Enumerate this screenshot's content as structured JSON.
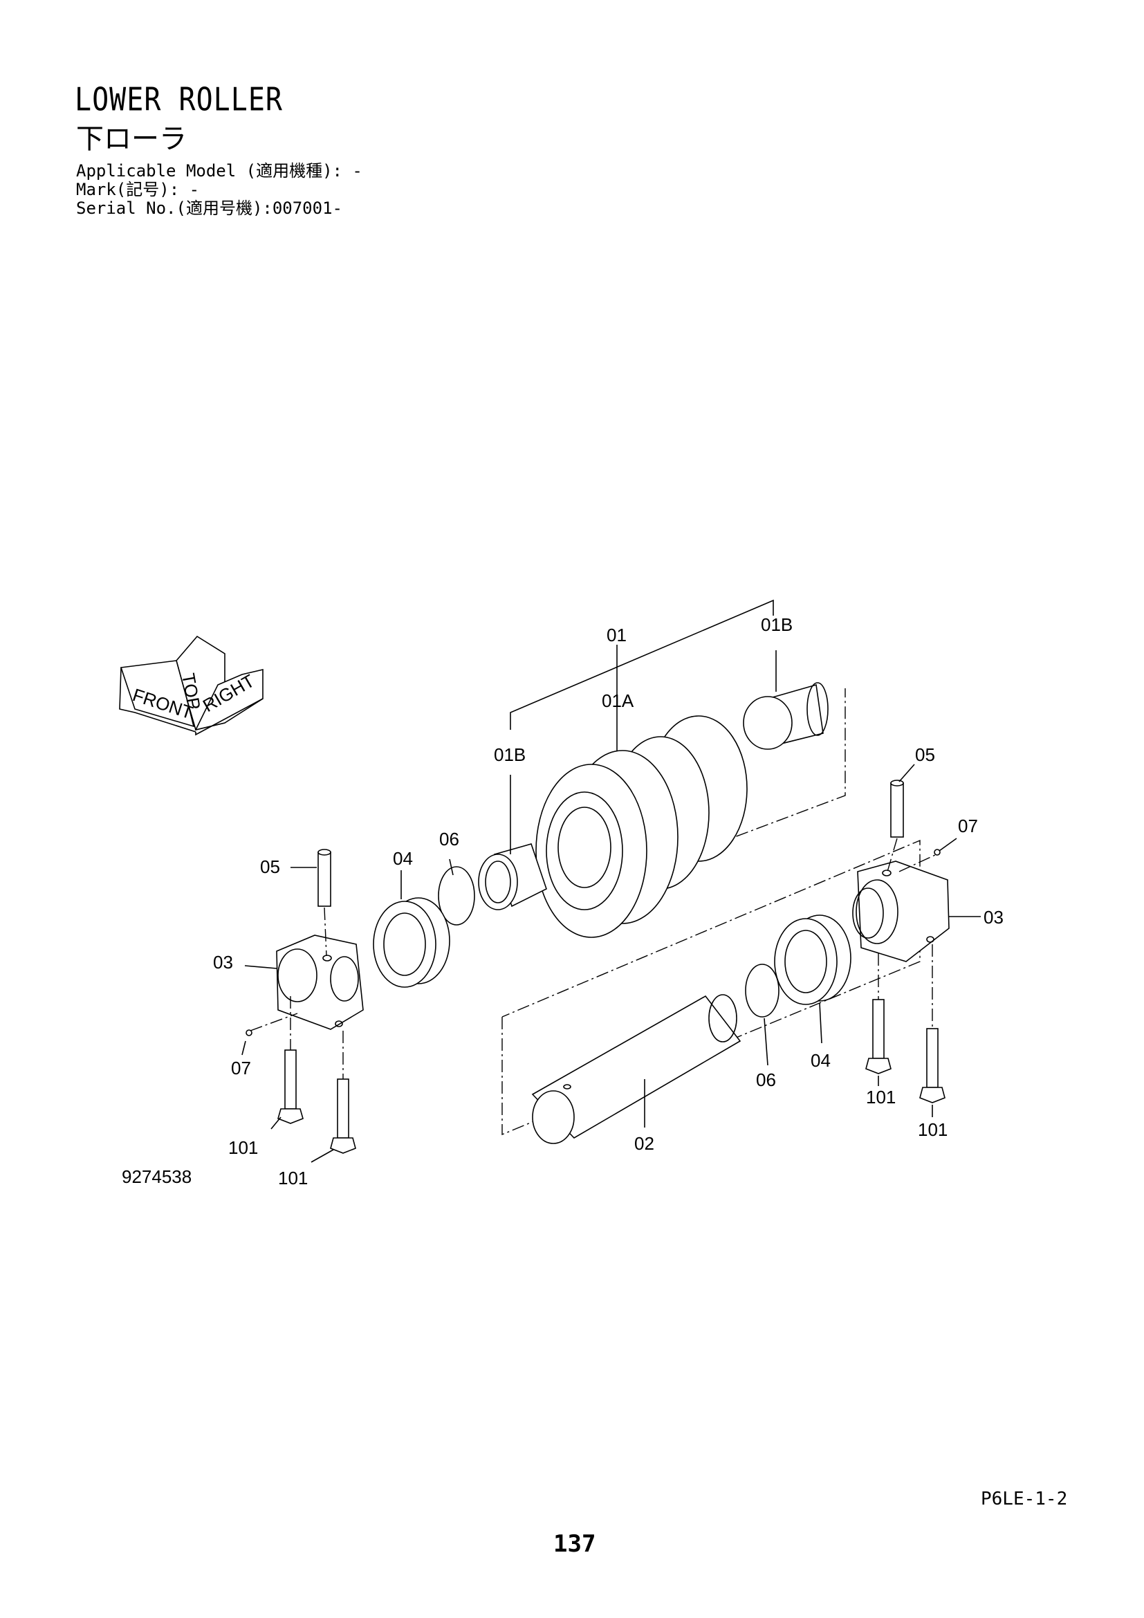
{
  "header": {
    "title_en": "LOWER ROLLER",
    "title_jp": "下ローラ",
    "applicable_model": "Applicable Model (適用機種): -",
    "mark": "Mark(記号): -",
    "serial_no": "Serial No.(適用号機):007001-"
  },
  "orientation": {
    "front": "FRONT",
    "top": "TOP",
    "right": "RIGHT"
  },
  "callouts": {
    "c01": "01",
    "c01A": "01A",
    "c01B_top": "01B",
    "c01B_left": "01B",
    "c02": "02",
    "c03_left": "03",
    "c03_right": "03",
    "c04_left": "04",
    "c04_right": "04",
    "c05_left": "05",
    "c05_right": "05",
    "c06_left": "06",
    "c06_right": "06",
    "c07_left": "07",
    "c07_right": "07",
    "c101_a": "101",
    "c101_b": "101",
    "c101_c": "101",
    "c101_d": "101"
  },
  "drawing_number": "9274538",
  "footer": {
    "page_code": "P6LE-1-2",
    "page_number": "137"
  }
}
